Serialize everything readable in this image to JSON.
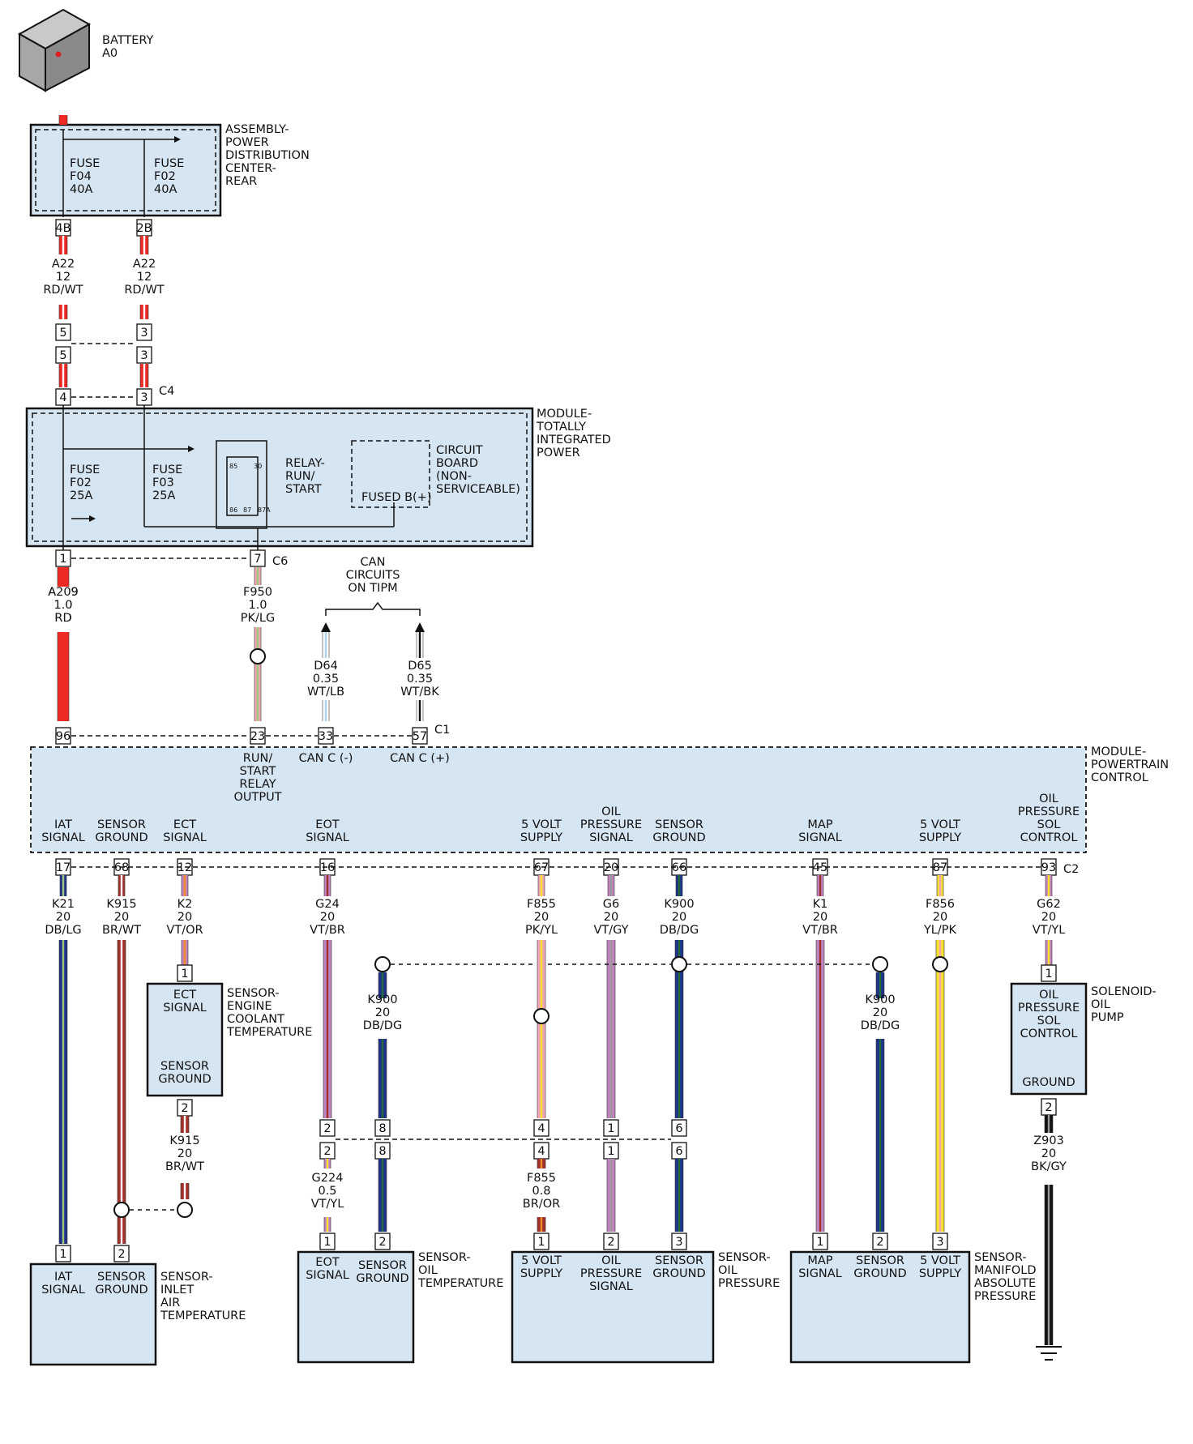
{
  "battery": {
    "lines": [
      "BATTERY",
      "A0"
    ]
  },
  "pdc": {
    "name_lines": [
      "ASSEMBLY-",
      "POWER",
      "DISTRIBUTION",
      "CENTER-",
      "REAR"
    ],
    "fuse1": [
      "FUSE",
      "F04",
      "40A"
    ],
    "fuse2": [
      "FUSE",
      "F02",
      "40A"
    ],
    "pins": [
      "4B",
      "2B"
    ]
  },
  "wires_top": [
    [
      "A22",
      "12",
      "RD/WT"
    ],
    [
      "A22",
      "12",
      "RD/WT"
    ]
  ],
  "inline_top": {
    "upper": [
      "5",
      "3"
    ],
    "lower": [
      "5",
      "3"
    ],
    "tipm_pins": [
      "4",
      "3"
    ],
    "connector": "C4"
  },
  "tipm": {
    "name_lines": [
      "MODULE-",
      "TOTALLY",
      "INTEGRATED",
      "POWER"
    ],
    "fuse1": [
      "FUSE",
      "F02",
      "25A"
    ],
    "fuse2": [
      "FUSE",
      "F03",
      "25A"
    ],
    "relay_lines": [
      "RELAY-",
      "RUN/",
      "START"
    ],
    "relay_pins": [
      "85",
      "30",
      "86",
      "87",
      "87A"
    ],
    "board_lines": [
      "CIRCUIT",
      "BOARD",
      "(NON-",
      "SERVICEABLE)"
    ],
    "fused": "FUSED B(+)",
    "out_pins": [
      "1",
      "7"
    ],
    "out_connector": "C6"
  },
  "can_label": [
    "CAN",
    "CIRCUITS",
    "ON TIPM"
  ],
  "wires_mid": [
    [
      "A209",
      "1.0",
      "RD"
    ],
    [
      "F950",
      "1.0",
      "PK/LG"
    ],
    [
      "D64",
      "0.35",
      "WT/LB"
    ],
    [
      "D65",
      "0.35",
      "WT/BK"
    ]
  ],
  "pcm_c1": {
    "pins": [
      "96",
      "23",
      "33",
      "57"
    ],
    "connector": "C1",
    "labels": [
      [
        "RUN/",
        "START",
        "RELAY",
        "OUTPUT"
      ],
      [
        "CAN C (-)"
      ],
      [
        "CAN C (+)"
      ]
    ]
  },
  "pcm": {
    "name_lines": [
      "MODULE-",
      "POWERTRAIN",
      "CONTROL"
    ],
    "signals": [
      [
        "IAT",
        "SIGNAL"
      ],
      [
        "SENSOR",
        "GROUND"
      ],
      [
        "ECT",
        "SIGNAL"
      ],
      [
        "EOT",
        "SIGNAL"
      ],
      [
        "5 VOLT",
        "SUPPLY"
      ],
      [
        "OIL",
        "PRESSURE",
        "SIGNAL"
      ],
      [
        "SENSOR",
        "GROUND"
      ],
      [
        "MAP",
        "SIGNAL"
      ],
      [
        "5 VOLT",
        "SUPPLY"
      ],
      [
        "OIL",
        "PRESSURE",
        "SOL",
        "CONTROL"
      ]
    ],
    "c2_pins": [
      "17",
      "68",
      "12",
      "16",
      "67",
      "20",
      "66",
      "45",
      "87",
      "93"
    ],
    "c2_connector": "C2"
  },
  "wires_c2": [
    [
      "K21",
      "20",
      "DB/LG"
    ],
    [
      "K915",
      "20",
      "BR/WT"
    ],
    [
      "K2",
      "20",
      "VT/OR"
    ],
    [
      "G24",
      "20",
      "VT/BR"
    ],
    [
      "F855",
      "20",
      "PK/YL"
    ],
    [
      "G6",
      "20",
      "VT/GY"
    ],
    [
      "K900",
      "20",
      "DB/DG"
    ],
    [
      "K1",
      "20",
      "VT/BR"
    ],
    [
      "F856",
      "20",
      "YL/PK"
    ],
    [
      "G62",
      "20",
      "VT/YL"
    ]
  ],
  "ect_sensor": {
    "pins": [
      "1",
      "2"
    ],
    "lines_top": [
      "ECT",
      "SIGNAL"
    ],
    "lines_bot": [
      "SENSOR",
      "GROUND"
    ],
    "name_lines": [
      "SENSOR-",
      "ENGINE",
      "COOLANT",
      "TEMPERATURE"
    ],
    "wire": [
      "K915",
      "20",
      "BR/WT"
    ]
  },
  "k900_splits": [
    [
      "K900",
      "20",
      "DB/DG"
    ],
    [
      "K900",
      "20",
      "DB/DG"
    ]
  ],
  "solenoid": {
    "pins": [
      "1",
      "2"
    ],
    "lines_top": [
      "OIL",
      "PRESSURE",
      "SOL",
      "CONTROL"
    ],
    "ground": "GROUND",
    "name_lines": [
      "SOLENOID-",
      "OIL",
      "PUMP"
    ],
    "wire": [
      "Z903",
      "20",
      "BK/GY"
    ]
  },
  "inline_bottom": {
    "pins": [
      "2",
      "8",
      "4",
      "1",
      "6"
    ]
  },
  "wires_bottom": [
    [
      "G224",
      "0.5",
      "VT/YL"
    ],
    [
      "F855",
      "0.8",
      "BR/OR"
    ]
  ],
  "iat_sensor": {
    "pins": [
      "1",
      "2"
    ],
    "labels": [
      [
        "IAT",
        "SIGNAL"
      ],
      [
        "SENSOR",
        "GROUND"
      ]
    ],
    "name_lines": [
      "SENSOR-",
      "INLET",
      "AIR",
      "TEMPERATURE"
    ]
  },
  "eot_sensor": {
    "pins": [
      "1",
      "2"
    ],
    "labels": [
      [
        "EOT",
        "SIGNAL"
      ],
      [
        "SENSOR",
        "GROUND"
      ]
    ],
    "name_lines": [
      "SENSOR-",
      "OIL",
      "TEMPERATURE"
    ]
  },
  "op_sensor": {
    "pins": [
      "1",
      "2",
      "3"
    ],
    "labels": [
      [
        "5 VOLT",
        "SUPPLY"
      ],
      [
        "OIL",
        "PRESSURE",
        "SIGNAL"
      ],
      [
        "SENSOR",
        "GROUND"
      ]
    ],
    "name_lines": [
      "SENSOR-",
      "OIL",
      "PRESSURE"
    ]
  },
  "map_sensor": {
    "pins": [
      "1",
      "2",
      "3"
    ],
    "labels": [
      [
        "MAP",
        "SIGNAL"
      ],
      [
        "SENSOR",
        "GROUND"
      ],
      [
        "5 VOLT",
        "SUPPLY"
      ]
    ],
    "name_lines": [
      "SENSOR-",
      "MANIFOLD",
      "ABSOLUTE",
      "PRESSURE"
    ]
  },
  "colors": {
    "RD": "#ee2a24",
    "WT": "#ffffff",
    "PK": "#f2a7b6",
    "LG": "#9fc77a",
    "LB": "#a9d3ef",
    "BK": "#111111",
    "DB": "#22328a",
    "BR": "#a0322a",
    "VT": "#c184c0",
    "OR": "#f28c28",
    "YL": "#f6e22a",
    "GY": "#9a9a9a",
    "DG": "#1f6b3a"
  }
}
